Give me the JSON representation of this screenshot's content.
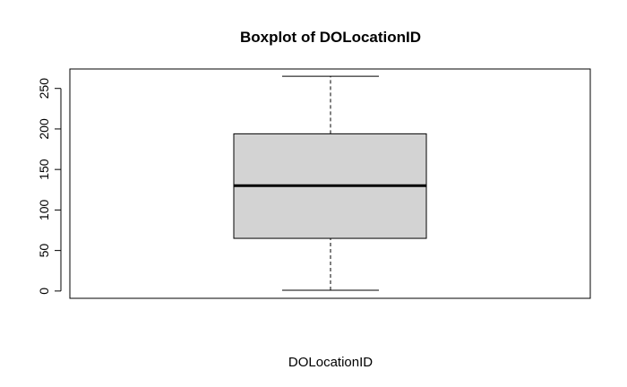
{
  "chart_data": {
    "type": "boxplot",
    "title": "Boxplot of DOLocationID",
    "xlabel": "DOLocationID",
    "ylabel": "",
    "ylim": [
      -9,
      274
    ],
    "yticks": [
      0,
      50,
      100,
      150,
      200,
      250
    ],
    "ytick_labels": [
      "0",
      "50",
      "100",
      "150",
      "200",
      "250"
    ],
    "grid": false,
    "box_color": "#d3d3d3",
    "stats": {
      "whisker_low": 1,
      "q1": 65,
      "median": 130,
      "q3": 194,
      "whisker_high": 265
    }
  }
}
